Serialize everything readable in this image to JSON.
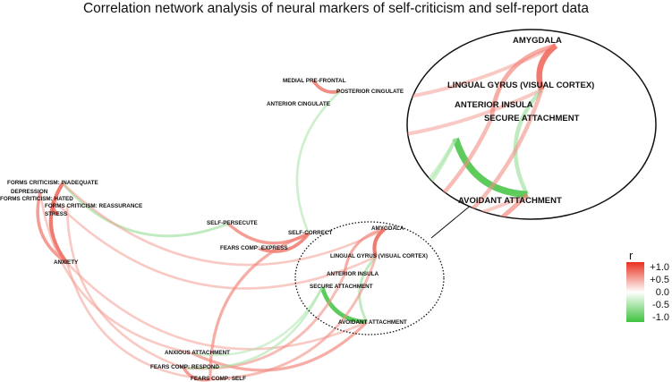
{
  "title": "Correlation network analysis of neural markers of self-criticism and self-report data",
  "nodes": [
    {
      "id": "mpf",
      "label": "MEDIAL PRE-FRONTAL"
    },
    {
      "id": "pc",
      "label": "POSTERIOR CINGULATE"
    },
    {
      "id": "ac",
      "label": "ANTERIOR CINGULATE"
    },
    {
      "id": "fci",
      "label": "FORMS CRITICISM: INADEQUATE"
    },
    {
      "id": "dep",
      "label": "DEPRESSION"
    },
    {
      "id": "fch",
      "label": "FORMS CRITICISM: HATED"
    },
    {
      "id": "fcr",
      "label": "FORMS CRITICISM: REASSURANCE"
    },
    {
      "id": "str",
      "label": "STRESS"
    },
    {
      "id": "anx",
      "label": "ANXIETY"
    },
    {
      "id": "sp",
      "label": "SELF-PERSECUTE"
    },
    {
      "id": "sc",
      "label": "SELF-CORRECT"
    },
    {
      "id": "fce",
      "label": "FEARS COMP: EXPRESS"
    },
    {
      "id": "amy",
      "label": "AMYGDALA"
    },
    {
      "id": "lg",
      "label": "LINGUAL GYRUS (VISUAL CORTEX)"
    },
    {
      "id": "ai",
      "label": "ANTERIOR INSULA"
    },
    {
      "id": "sa",
      "label": "SECURE ATTACHMENT"
    },
    {
      "id": "av",
      "label": "AVOIDANT ATTACHMENT"
    },
    {
      "id": "anxa",
      "label": "ANXIOUS ATTACHMENT"
    },
    {
      "id": "fcrs",
      "label": "FEARS COMP: RESPOND"
    },
    {
      "id": "fcs",
      "label": "FEARS COMP: SELF"
    }
  ],
  "edges": [
    {
      "s": "mpf",
      "t": "pc",
      "r": 0.6
    },
    {
      "s": "pc",
      "t": "sc",
      "r": -0.2
    },
    {
      "s": "fci",
      "t": "anx",
      "r": 0.7
    },
    {
      "s": "fch",
      "t": "str",
      "r": 0.6
    },
    {
      "s": "dep",
      "t": "anx",
      "r": 0.5
    },
    {
      "s": "fci",
      "t": "sp",
      "r": -0.3
    },
    {
      "s": "fci",
      "t": "amy",
      "r": 0.2
    },
    {
      "s": "fch",
      "t": "lg",
      "r": 0.2
    },
    {
      "s": "dep",
      "t": "anxa",
      "r": 0.2
    },
    {
      "s": "fcr",
      "t": "fcrs",
      "r": 0.2
    },
    {
      "s": "anx",
      "t": "fcs",
      "r": 0.2
    },
    {
      "s": "anx",
      "t": "av",
      "r": 0.2
    },
    {
      "s": "sp",
      "t": "sc",
      "r": 0.5
    },
    {
      "s": "fce",
      "t": "sc",
      "r": 0.6
    },
    {
      "s": "sc",
      "t": "fcs",
      "r": 0.4
    },
    {
      "s": "amy",
      "t": "lg",
      "r": 0.7
    },
    {
      "s": "amy",
      "t": "ai",
      "r": 0.4
    },
    {
      "s": "lg",
      "t": "av",
      "r": -0.3
    },
    {
      "s": "sa",
      "t": "av",
      "r": -0.9
    },
    {
      "s": "anxa",
      "t": "av",
      "r": 0.4
    },
    {
      "s": "fcrs",
      "t": "ai",
      "r": 0.3
    },
    {
      "s": "fcrs",
      "t": "sa",
      "r": -0.2
    },
    {
      "s": "fcs",
      "t": "lg",
      "r": 0.3
    },
    {
      "s": "anxa",
      "t": "sa",
      "r": -0.15
    },
    {
      "s": "fcrs",
      "t": "fcs",
      "r": 0.5
    }
  ],
  "zoom_inset": {
    "labels": [
      "AMYGDALA",
      "LINGUAL GYRUS (VISUAL CORTEX)",
      "ANTERIOR INSULA",
      "SECURE ATTACHMENT",
      "AVOIDANT ATTACHMENT"
    ]
  },
  "legend": {
    "title": "r",
    "ticks": [
      "+1.0",
      "+0.5",
      "0.0",
      "-0.5",
      "-1.0"
    ],
    "colors": {
      "positive": "#e8311f",
      "zero": "#ffffff",
      "negative": "#3fc23f"
    }
  }
}
